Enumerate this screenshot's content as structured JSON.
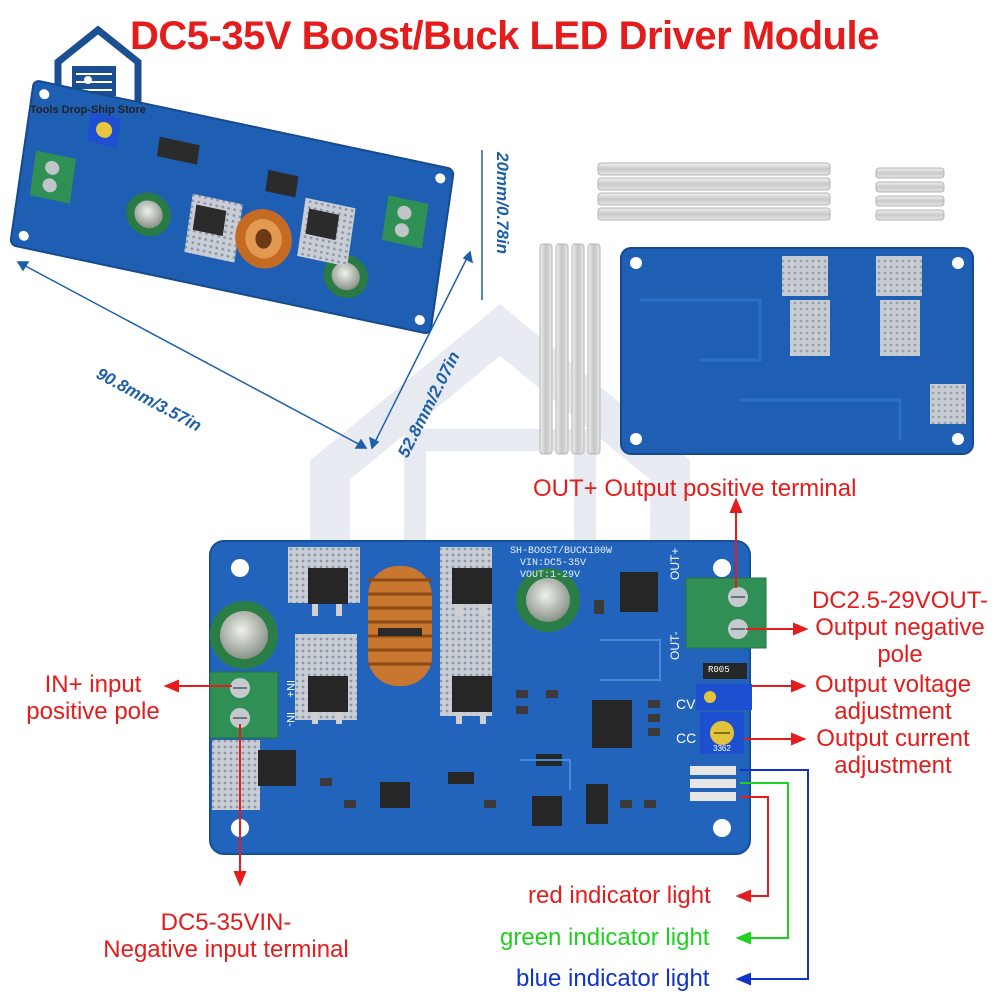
{
  "title": "DC5-35V Boost/Buck LED Driver Module",
  "store": {
    "name": "Tools Drop-Ship Store"
  },
  "dimensions": {
    "length": "90.8mm/3.57in",
    "width": "52.8mm/2.07in",
    "height": "20mm/0.78in"
  },
  "board_print": {
    "model": "SH-BOOST/BUCK100W",
    "vin": "VIN:DC5-35V",
    "vout": "VOUT:1-29V",
    "cv": "CV",
    "cc": "CC",
    "out_plus": "OUT+",
    "out_minus": "OUT-",
    "in_plus": "IN+",
    "in_minus": "IN-",
    "resistor": "R005",
    "pot": "3362"
  },
  "labels": {
    "out_plus": "OUT+ Output positive terminal",
    "out_minus_line1": "DC2.5-29VOUT-",
    "out_minus_line2": "Output negative",
    "out_minus_line3": "pole",
    "voltage_adj_line1": "Output voltage",
    "voltage_adj_line2": "adjustment",
    "current_adj_line1": "Output current",
    "current_adj_line2": "adjustment",
    "in_plus_line1": "IN+ input",
    "in_plus_line2": "positive pole",
    "in_minus_line1": "DC5-35VIN-",
    "in_minus_line2": "Negative input terminal",
    "red_led": "red indicator light",
    "green_led": "green indicator light",
    "blue_led": "blue indicator light"
  },
  "colors": {
    "title": "#e41c1c",
    "pcb": "#1f5fb3",
    "annotation_red": "#e41c1c",
    "annotation_green": "#1fd11f",
    "annotation_blue": "#1034c8",
    "dimension": "#1d5fa8"
  }
}
